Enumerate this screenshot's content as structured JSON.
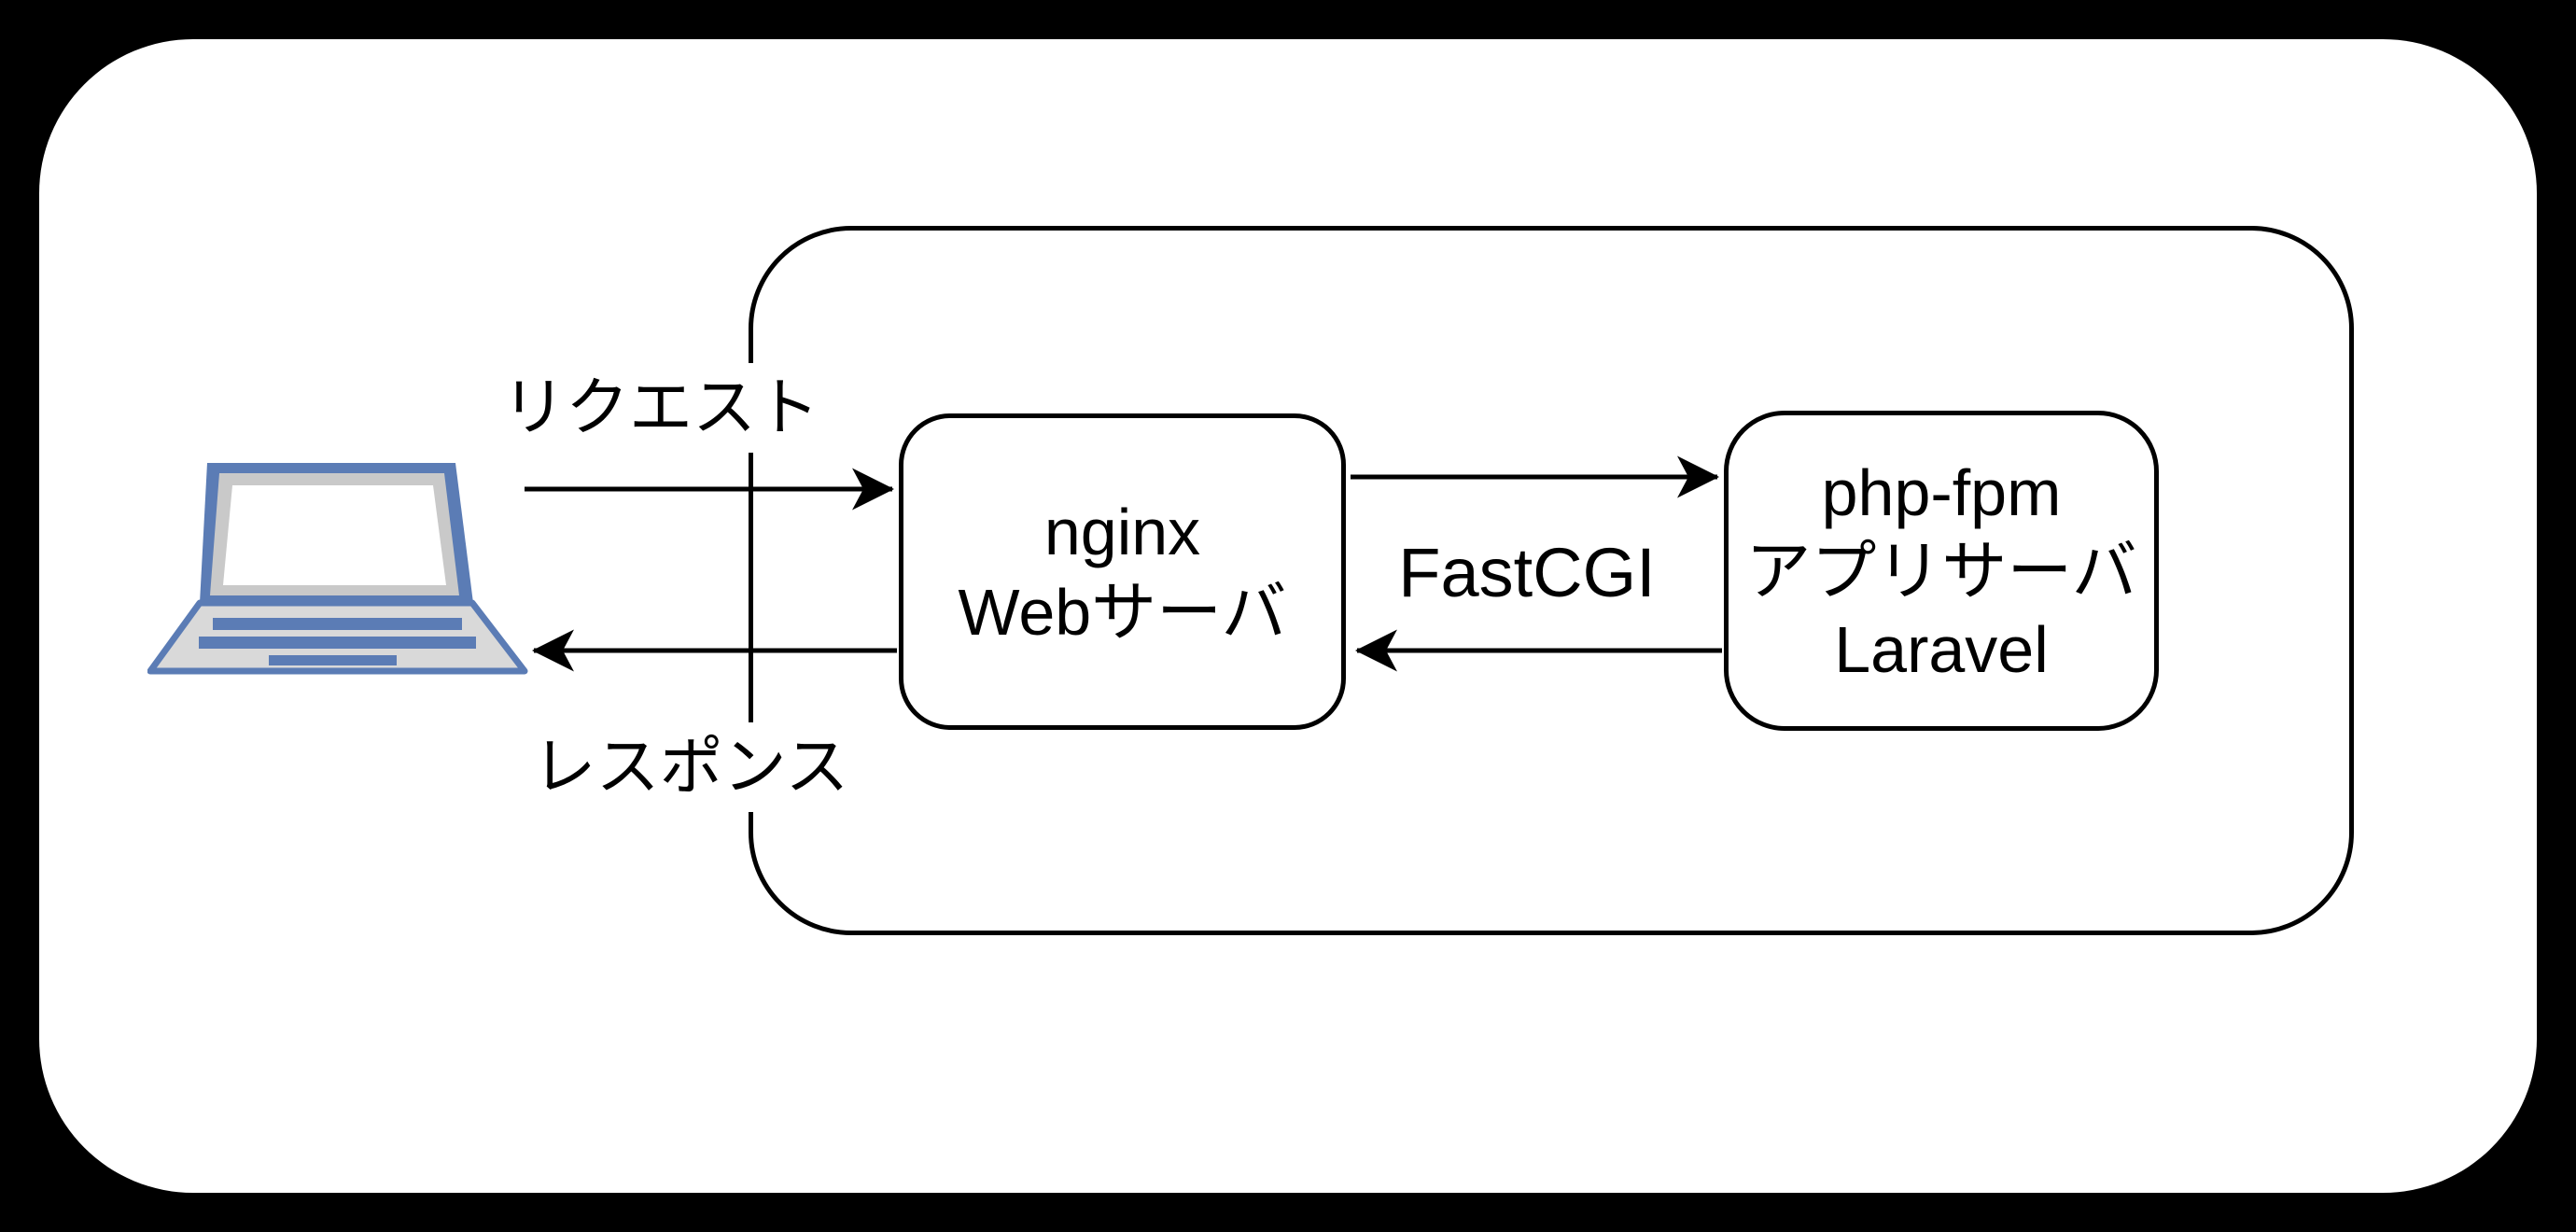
{
  "diagram": {
    "title": "nginx / php-fpm request flow diagram",
    "labels": {
      "request": "リクエスト",
      "response": "レスポンス",
      "protocol": "FastCGI"
    },
    "nodes": {
      "nginx": {
        "lines": [
          "nginx",
          "Webサーバ"
        ]
      },
      "phpfpm": {
        "lines": [
          "php-fpm",
          "アプリサーバ",
          "Laravel"
        ]
      }
    },
    "icons": {
      "client": "laptop-icon"
    },
    "arrows": [
      {
        "name": "request-arrow",
        "from": "laptop",
        "to": "nginx",
        "direction": "right"
      },
      {
        "name": "fastcgi-request-arrow",
        "from": "nginx",
        "to": "phpfpm",
        "direction": "right"
      },
      {
        "name": "fastcgi-response-arrow",
        "from": "phpfpm",
        "to": "nginx",
        "direction": "left"
      },
      {
        "name": "response-arrow",
        "from": "nginx",
        "to": "laptop",
        "direction": "left"
      }
    ],
    "colors": {
      "line": "#000000",
      "panel_background": "#ffffff",
      "outer_background": "#000000",
      "laptop_blue": "#5b7cb5",
      "laptop_bezel_gray": "#c9c9c9",
      "laptop_body_gray": "#d9d9d9"
    }
  }
}
